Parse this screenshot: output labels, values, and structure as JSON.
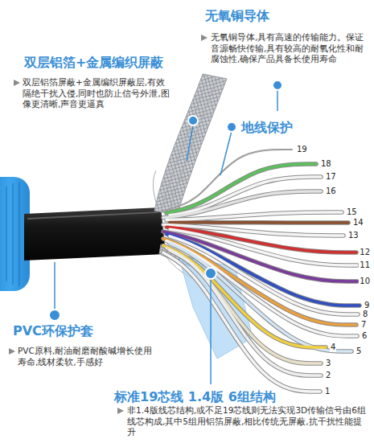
{
  "diagram": {
    "labels": [
      "无氧铜导体",
      "无氧铜导体,具有高速的传输能力。保证音源畅快传输,具有较高的耐氧化性和耐腐蚀性,确保产品具备长使用寿命",
      "双层铝箔+金属编织屏蔽",
      "双层铝箔屏蔽+金属编织屏蔽层,有效隔绝干扰入侵,同时也防止信号外泄,图像更清晰,声音更逼真",
      "地线保护",
      "PVC环保护套",
      "PVC原料,耐油耐磨耐酸碱增长使用寿命,线材柔软,手感好",
      "标准19芯线 1.4版 6组结构",
      "非1.4版线芯结构,或不足19芯线则无法实现3D传输信号由6组线芯构成,其中5组用铝箔屏蔽,相比传统无屏蔽,抗干扰性能提升",
      "19",
      "18",
      "17",
      "16",
      "15",
      "14",
      "13",
      "12",
      "11",
      "10",
      "9",
      "8",
      "7",
      "6",
      "5",
      "4",
      "3",
      "2",
      "1"
    ]
  }
}
